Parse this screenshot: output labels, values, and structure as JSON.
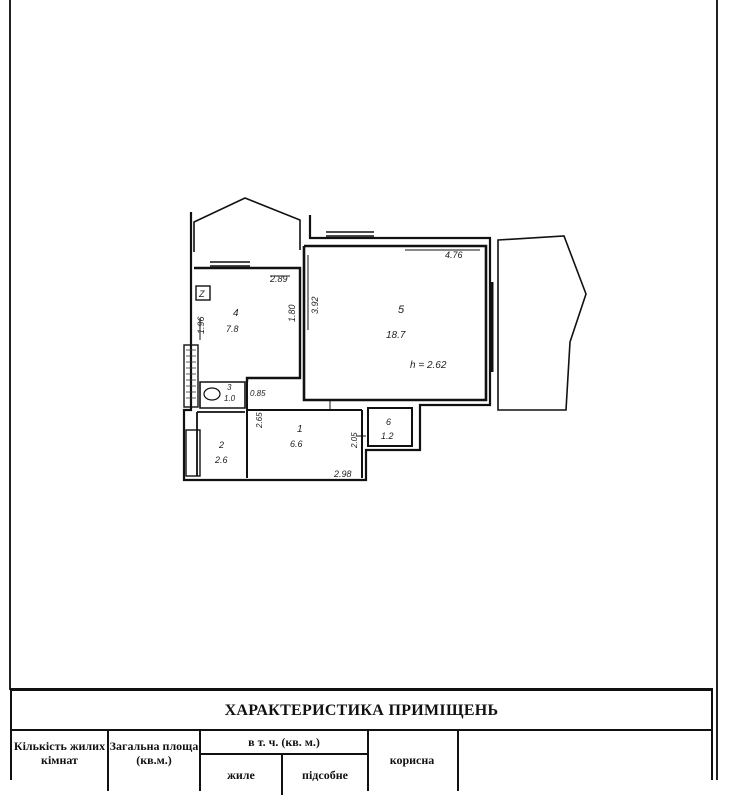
{
  "plan": {
    "rooms": [
      {
        "num": "1",
        "area": "6.6"
      },
      {
        "num": "2",
        "area": "2.6"
      },
      {
        "num": "3",
        "area": "1.0"
      },
      {
        "num": "4",
        "area": "7.8"
      },
      {
        "num": "5",
        "area": "18.7"
      },
      {
        "num": "6",
        "area": "1.2"
      }
    ],
    "dims": {
      "d_289": "2.89",
      "d_476": "4.76",
      "d_392": "3.92",
      "d_180": "1.80",
      "d_196": "1.96",
      "d_085": "0.85",
      "d_265": "2.65",
      "d_205": "2.05",
      "d_298": "2.98"
    },
    "height_label": "h = 2.62",
    "vent_mark": "Z"
  },
  "table": {
    "title": "ХАРАКТЕРИСТИКА ПРИМІЩЕНЬ",
    "col1": "Кількість жилих кімнат",
    "col2": "Загальна площа (кв.м.)",
    "col3_top": "в т. ч. (кв. м.)",
    "col3_a": "жиле",
    "col3_b": "підсобне",
    "col4": "корисна"
  }
}
